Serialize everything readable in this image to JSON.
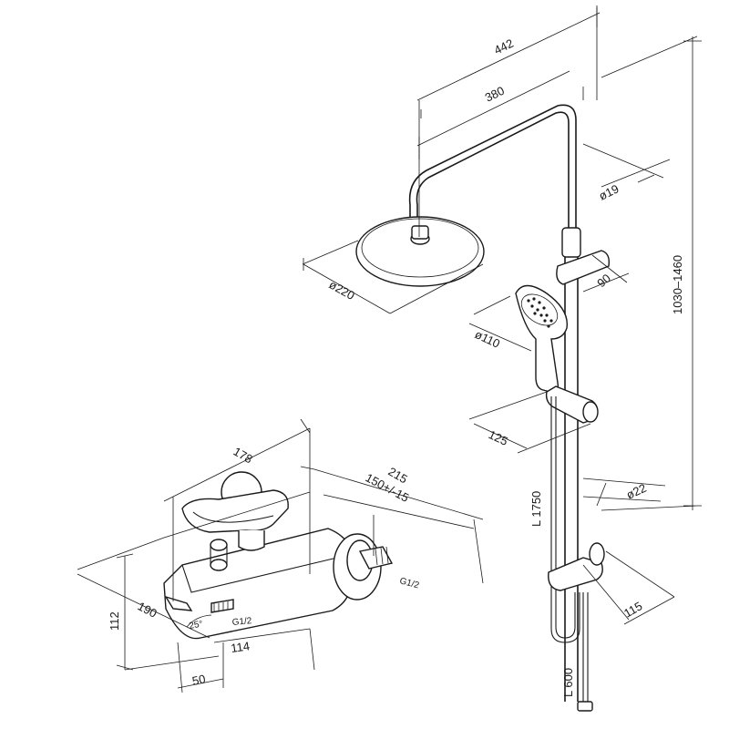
{
  "dimensions": {
    "shower_width_overall": "442",
    "shower_arm_length": "380",
    "head_diameter": "ø220",
    "rail_diameter_top": "ø19",
    "holder_depth": "90",
    "handshower_diameter": "ø110",
    "slider_projection": "125",
    "rail_diameter_bottom": "ø22",
    "hose_length": "L 1750",
    "height_range": "1030–1460",
    "bottom_bracket_projection": "115",
    "hose_length_lower": "L 600",
    "mixer_width": "178",
    "mixer_total_length": "215",
    "mixer_centers": "150+/-15",
    "inlet_thread": "G1/2",
    "mixer_depth": "190",
    "spout_angle": "25°",
    "outlet_thread": "G1/2",
    "mixer_height": "112",
    "spout_offset": "114",
    "spout_projection": "50"
  }
}
